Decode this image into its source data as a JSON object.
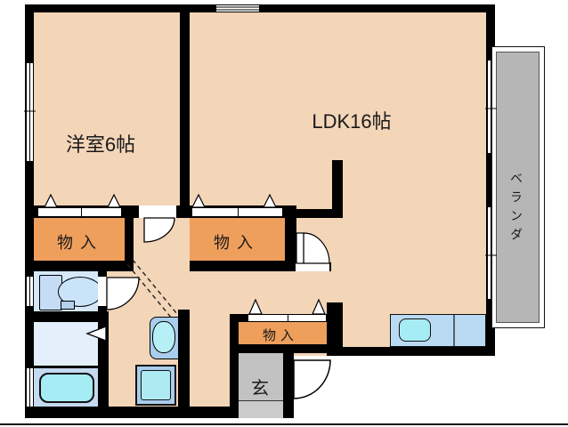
{
  "floorplan": {
    "labels": {
      "western_room": "洋室6帖",
      "ldk": "LDK16帖",
      "storage_1": "物入",
      "storage_2": "物入",
      "storage_3": "物入",
      "entrance": "玄",
      "veranda": "ベランダ"
    },
    "colors": {
      "room_fill": "#f3d5b8",
      "storage_fill": "#ef9f5c",
      "toilet_fill": "#d5e8fa",
      "washroom_fill": "#e4effb",
      "bathroom_fill": "#c4daf0",
      "fixture_blue": "#a9cdec",
      "water_cyan": "#a6ecf4",
      "counter_blue": "#badaf4",
      "entrance_gray": "#c2c2c2",
      "entrance_step_gray": "#cbcbcb",
      "veranda_gray": "#b6b6b6",
      "wall": "#000000"
    }
  }
}
